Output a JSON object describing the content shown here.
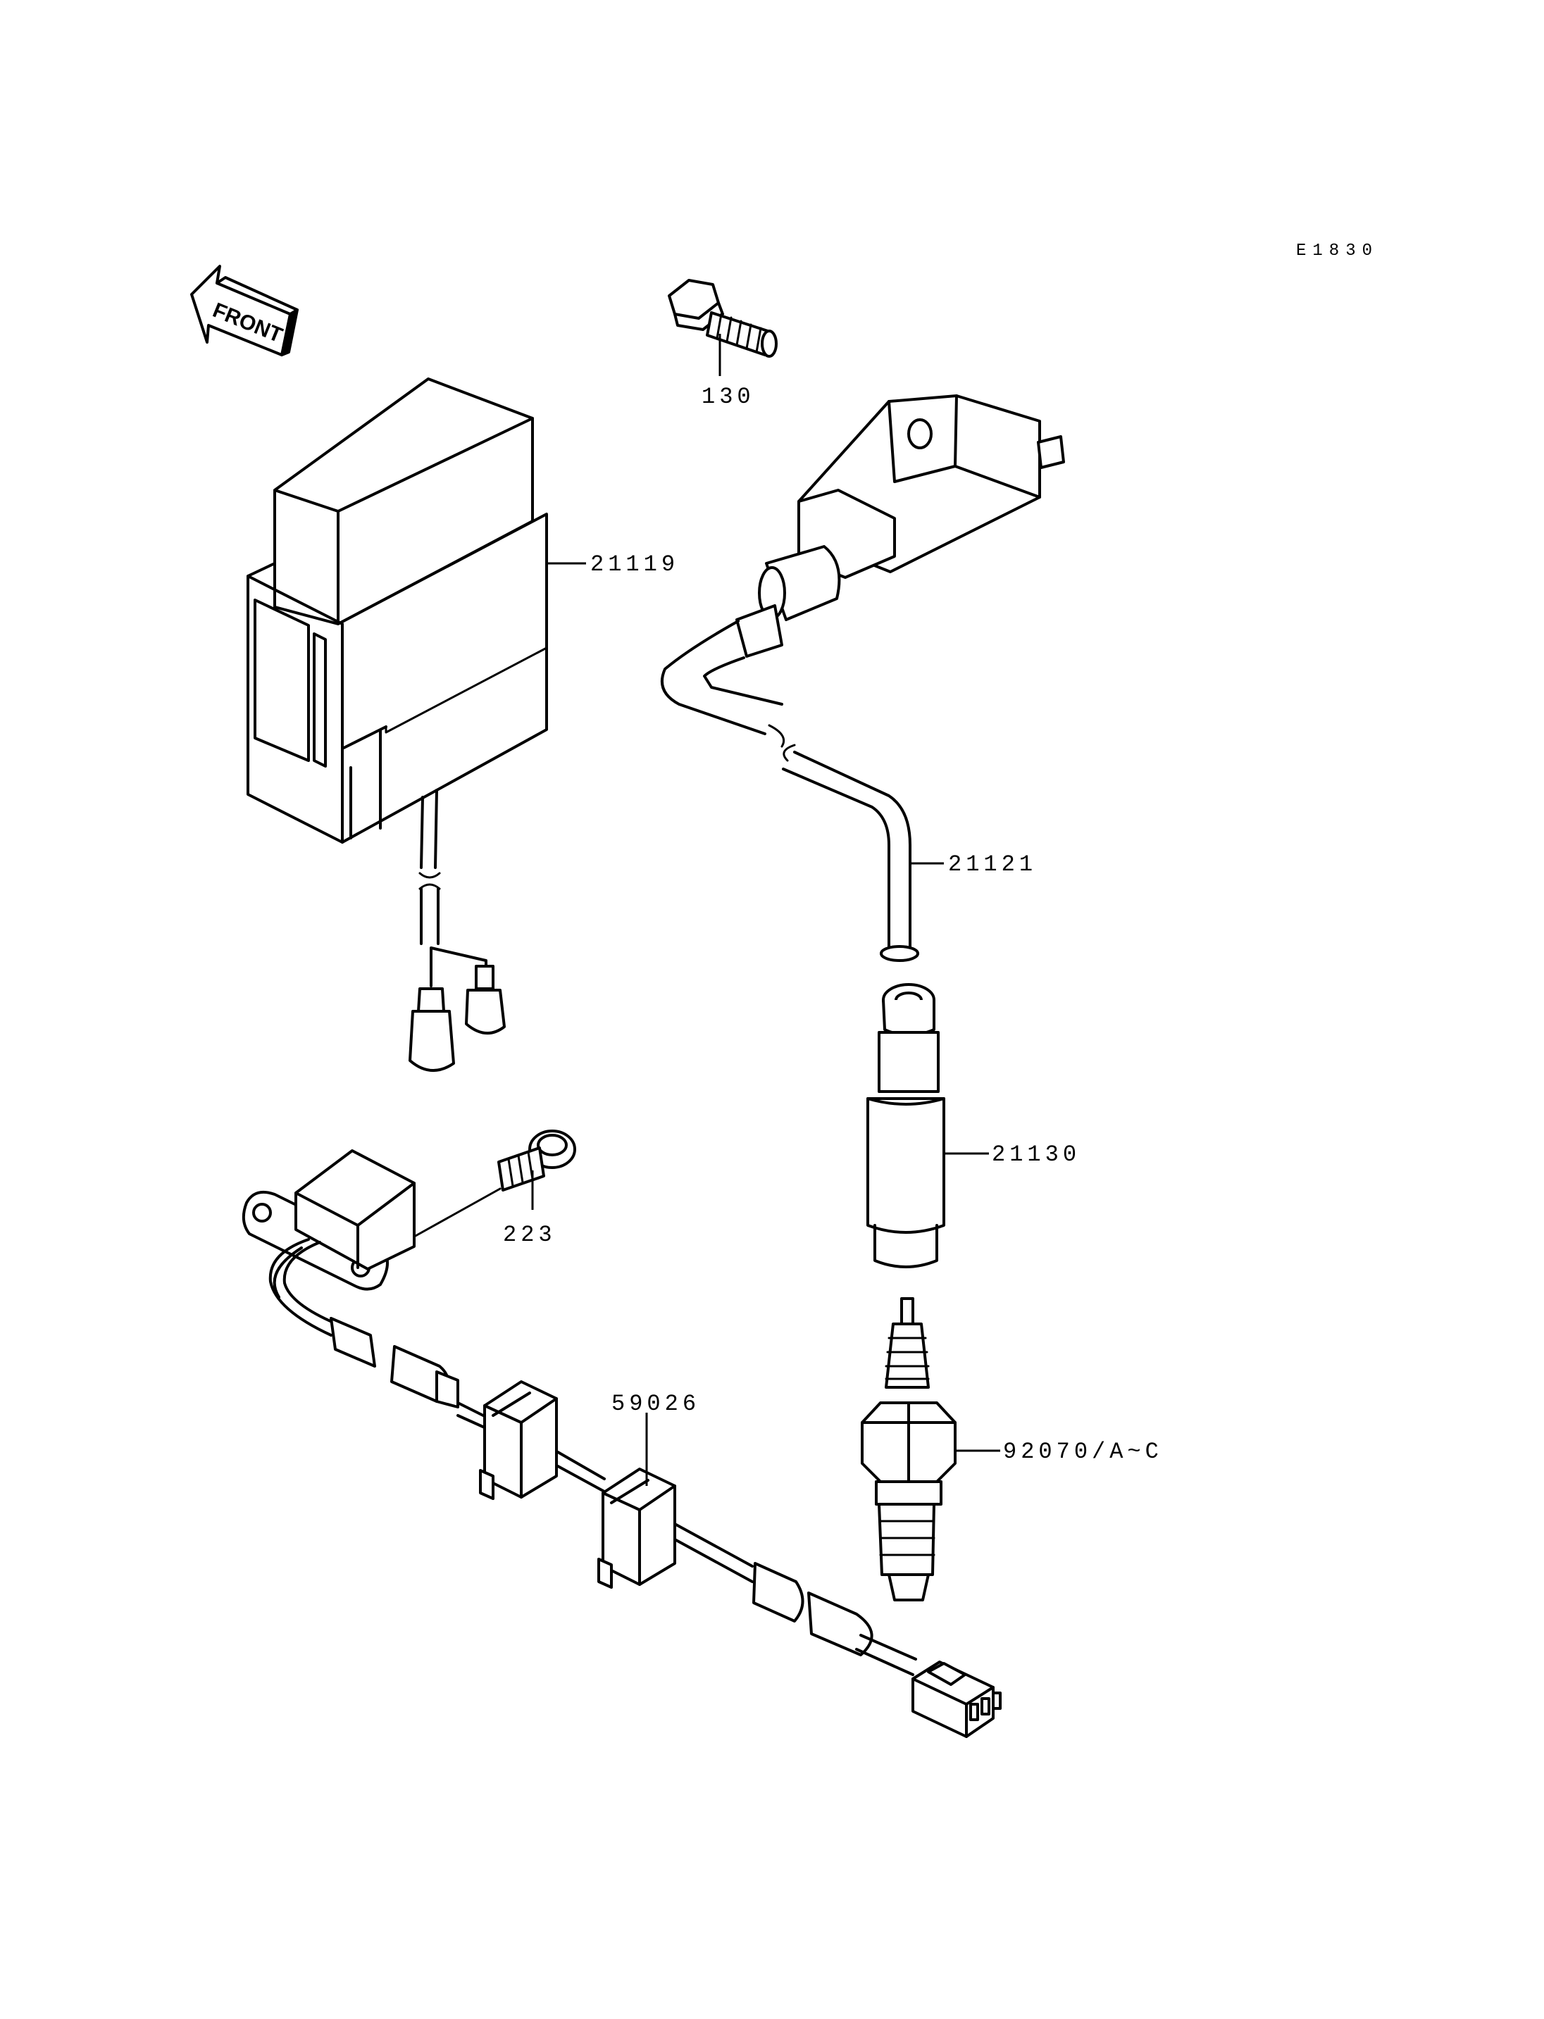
{
  "diagram_code": "E1830",
  "front_label": "FRONT",
  "parts": [
    {
      "number": "130"
    },
    {
      "number": "21119"
    },
    {
      "number": "21121"
    },
    {
      "number": "21130"
    },
    {
      "number": "223"
    },
    {
      "number": "59026"
    },
    {
      "number": "92070/A~C"
    }
  ]
}
